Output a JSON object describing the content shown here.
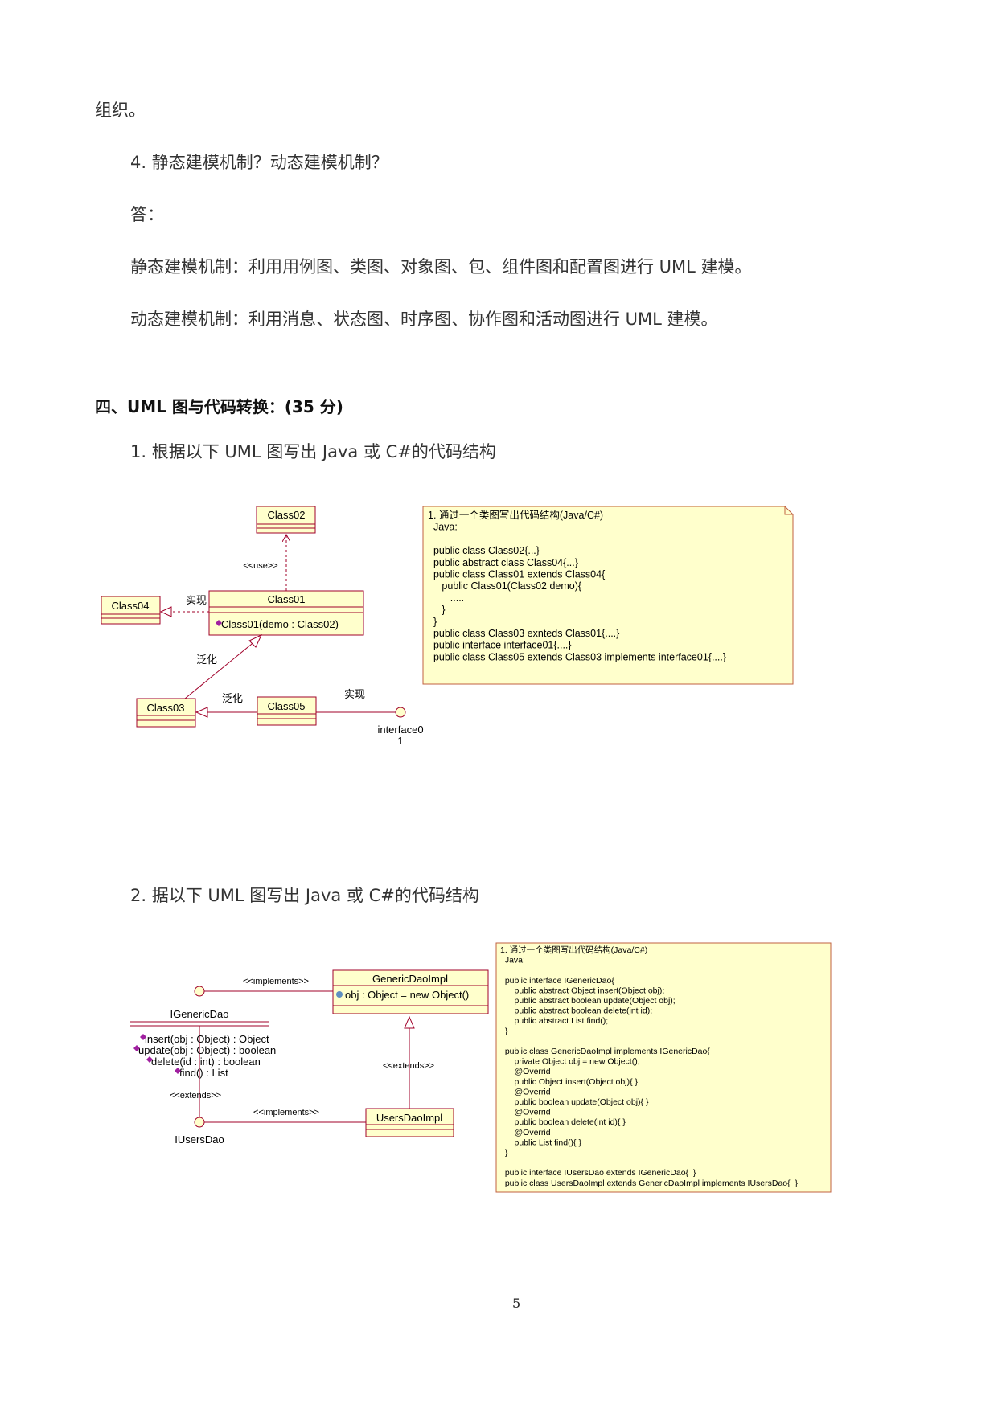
{
  "paragraphs": {
    "p1": "组织。",
    "q4": "4. 静态建模机制？动态建模机制？",
    "answer": "答：",
    "static_line": "静态建模机制：利用用例图、类图、对象图、包、组件图和配置图进行 UML 建模。",
    "dynamic_line": "动态建模机制：利用消息、状态图、时序图、协作图和活动图进行 UML 建模。"
  },
  "section": {
    "title": "四、UML 图与代码转换：(35 分)"
  },
  "q1": {
    "text": "1. 根据以下 UML 图写出 Java 或 C#的代码结构",
    "diagram": {
      "class02": "Class02",
      "class01": "Class01",
      "class01_op": "Class01(demo : Class02)",
      "class04": "Class04",
      "class03": "Class03",
      "class05": "Class05",
      "interface_a": "interface0",
      "interface_b": "1",
      "use": "<<use>>",
      "realize1": "实现",
      "generalize1": "泛化",
      "generalize2": "泛化",
      "realize2": "实现"
    },
    "note": [
      "1. 通过一个类图写出代码结构(Java/C#)",
      "  Java:",
      "",
      "  public class Class02{...}",
      "  public abstract class Class04{...}",
      "  public class Class01 extends Class04{",
      "     public Class01(Class02 demo){",
      "        .....",
      "     }",
      "  }",
      "  public class Class03 exnteds Class01{....}",
      "  public interface interface01{....}",
      "  public class Class05 extends Class03 implements interface01{....}"
    ]
  },
  "q2": {
    "text": "2. 据以下 UML 图写出 Java 或 C#的代码结构",
    "diagram": {
      "generic_impl": "GenericDaoImpl",
      "generic_impl_attr": "obj : Object = new Object()",
      "igeneric": "IGenericDao",
      "op1": "insert(obj : Object) : Object",
      "op2": "update(obj : Object) : boolean",
      "op3": "delete(id : int) : boolean",
      "op4": "find() : List",
      "implements1": "<<implements>>",
      "implements2": "<<implements>>",
      "extends1": "<<extends>>",
      "extends2": "<<extends>>",
      "users_impl": "UsersDaoImpl",
      "iusers": "IUsersDao"
    },
    "note": [
      "1. 通过一个类图写出代码结构(Java/C#)",
      "  Java:",
      "",
      "  public interface IGenericDao{",
      "      public abstract Object insert(Object obj);",
      "      public abstract boolean update(Object obj);",
      "      public abstract boolean delete(int id);",
      "      public abstract List find();",
      "  }",
      "",
      "  public class GenericDaoImpl implements IGenericDao{",
      "      private Object obj = new Object();",
      "      @Overrid",
      "      public Object insert(Object obj){ }",
      "      @Overrid",
      "      public boolean update(Object obj){ }",
      "      @Overrid",
      "      public boolean delete(int id){ }",
      "      @Overrid",
      "      public List find(){ }",
      "  }",
      "",
      "  public interface IUsersDao extends IGenericDao{  }",
      "  public class UsersDaoImpl extends GenericDaoImpl implements IUsersDao{  }"
    ]
  },
  "page_number": "5",
  "colors": {
    "box_fill": "#ffffcc",
    "line": "#a0002a",
    "note_border": "#c06040"
  }
}
